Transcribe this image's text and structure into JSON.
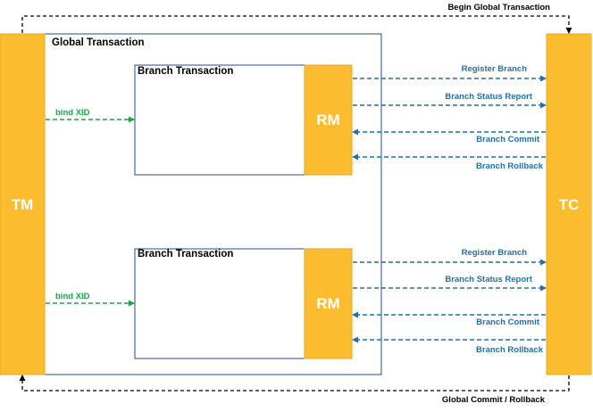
{
  "nodes": {
    "tm": "TM",
    "tc": "TC",
    "rm_top": "RM",
    "rm_bottom": "RM"
  },
  "containers": {
    "global_transaction": "Global Transaction",
    "branch_top": "Branch Transaction",
    "branch_bottom": "Branch Transaction"
  },
  "edges": {
    "begin": "Begin Global Transaction",
    "end": "Global Commit / Rollback",
    "bind_top": "bind XID",
    "bind_bottom": "bind XID",
    "top": {
      "register": "Register Branch",
      "status": "Branch Status Report",
      "commit": "Branch Commit",
      "rollback": "Branch Rollback"
    },
    "bottom": {
      "register": "Register Branch",
      "status": "Branch Status Report",
      "commit": "Branch Commit",
      "rollback": "Branch Rollback"
    }
  },
  "colors": {
    "node_fill": "#fbbd2f",
    "node_border": "#e9a820",
    "container_border": "#1f4e8c",
    "message_blue": "#1f6fb8",
    "bind_green": "#1aa844",
    "control_black": "#000000"
  }
}
